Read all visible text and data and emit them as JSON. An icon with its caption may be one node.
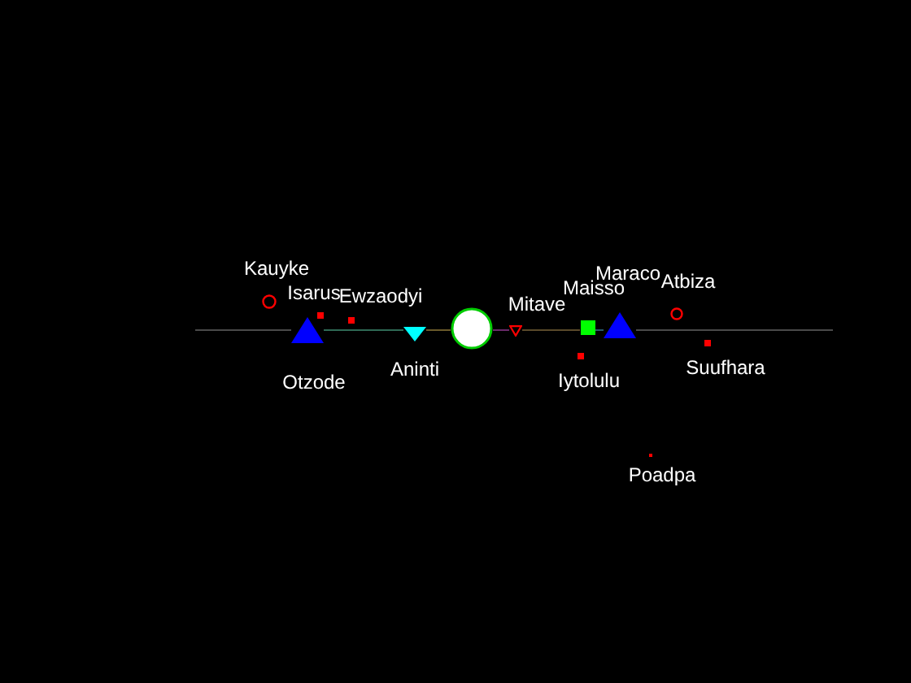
{
  "diagram": {
    "nodes": [
      {
        "text": [],
        "shape": "circle",
        "beside": [
          "Kauyke"
        ]
      },
      {
        "text": [],
        "shape": "box",
        "beside": [
          "Isarus"
        ]
      },
      {
        "text": [],
        "shape": "triangle",
        "beside": [
          "Otzode"
        ]
      },
      {
        "text": [],
        "shape": "box",
        "beside": [
          "Ewzaodyi"
        ]
      },
      {
        "text": [],
        "shape": "triangle",
        "beside": [
          "Aninti"
        ]
      },
      {
        "text": [],
        "shape": "circle"
      },
      {
        "text": [],
        "shape": "triangle",
        "beside": [
          "Mitave"
        ]
      },
      {
        "text": [],
        "shape": "box",
        "beside": [
          "Iytolulu"
        ]
      },
      {
        "text": [],
        "shape": "box",
        "beside": [
          "Maisso"
        ]
      },
      {
        "text": [],
        "shape": "triangle",
        "beside": [
          "Maraco"
        ]
      },
      {
        "text": [],
        "shape": "circle",
        "beside": [
          "Atbiza"
        ]
      },
      {
        "text": [],
        "shape": "box",
        "beside": [
          "Suufhara"
        ]
      },
      {
        "text": [],
        "shape": "box",
        "beside": [
          "Poadpa"
        ]
      }
    ],
    "edges": [
      {
        "from": null,
        "to": 2,
        "arrow": "none",
        "color": "#4a4a4a"
      },
      {
        "from": 2,
        "to": 4,
        "arrow": "none",
        "color": "#2f6a55"
      },
      {
        "from": 4,
        "to": 5,
        "arrow": "none",
        "color": "#6a5a2a"
      },
      {
        "from": 5,
        "to": 6,
        "arrow": "none",
        "color": "#6a2a6a"
      },
      {
        "from": 6,
        "to": 8,
        "arrow": "none",
        "color": "#5a4a2a"
      },
      {
        "from": 8,
        "to": 9,
        "arrow": "none",
        "color": "#2a5a6a"
      },
      {
        "from": 9,
        "to": null,
        "arrow": "none",
        "color": "#4a4a4a"
      }
    ]
  }
}
